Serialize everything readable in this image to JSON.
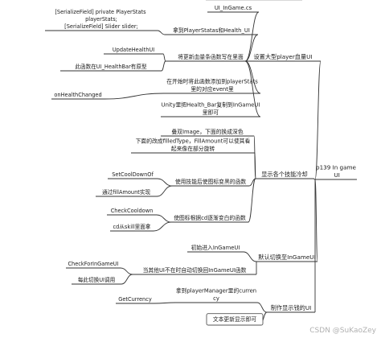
{
  "root": {
    "label": "p139 In game UI"
  },
  "branches": [
    {
      "label": "设置大型player血量UI",
      "children": [
        {
          "label": "UI_InGame.cs",
          "children": []
        },
        {
          "label": "拿到PlayerStatas和Health_UI",
          "children": [
            {
              "label": "[SerializeField] private PlayerStats playerStats;\n[SerializeField] Slider slider;",
              "children": []
            }
          ]
        },
        {
          "label": "将更新血量条函数写在里面",
          "children": [
            {
              "label": "UpdateHealthUI",
              "children": []
            },
            {
              "label": "此函数在UI_HealthBar有原型",
              "children": []
            }
          ]
        },
        {
          "label": "在开始时将此函数添加到playerStats里的对应event里",
          "children": [
            {
              "label": "onHealthChanged",
              "children": []
            }
          ]
        },
        {
          "label": "Unity里把Health_Bar复制到InGameUI里即可",
          "children": []
        }
      ]
    },
    {
      "label": "显示各个技能冷却",
      "children": [
        {
          "label": "叠双Image，下面的换成深色",
          "children": []
        },
        {
          "label": "下面的改成filledType，FillAmount可以使其看起来像在部分旋转",
          "children": []
        },
        {
          "label": "使用技能后使图标变黑的函数",
          "children": [
            {
              "label": "SetCoolDownOf",
              "children": []
            },
            {
              "label": "通过fillAmount实现",
              "children": []
            }
          ]
        },
        {
          "label": "使图标根据cd逐渐变白的函数",
          "children": [
            {
              "label": "CheckCooldown",
              "children": []
            },
            {
              "label": "cd从skill里面拿",
              "children": []
            }
          ]
        }
      ]
    },
    {
      "label": "默认切换至InGameUI",
      "children": [
        {
          "label": "初始进入InGameUI",
          "children": []
        },
        {
          "label": "当其他UI不在时自动切换回InGameUI函数",
          "children": [
            {
              "label": "CheckForInGameUI",
              "children": []
            },
            {
              "label": "每此切换UI调用",
              "children": []
            }
          ]
        }
      ]
    },
    {
      "label": "制作显示钱的UI",
      "children": [
        {
          "label": "拿到playerManager里的currency",
          "children": [
            {
              "label": "GetCurrency",
              "children": []
            }
          ]
        },
        {
          "label": "文本更新显示即可",
          "children": []
        }
      ]
    }
  ],
  "watermark": "CSDN @SuKaoZey",
  "colors": {
    "line": "#333333",
    "text": "#1a1a1a",
    "background": "#ffffff",
    "watermark": "#b0b0b0",
    "highlight_border": "#555555"
  }
}
